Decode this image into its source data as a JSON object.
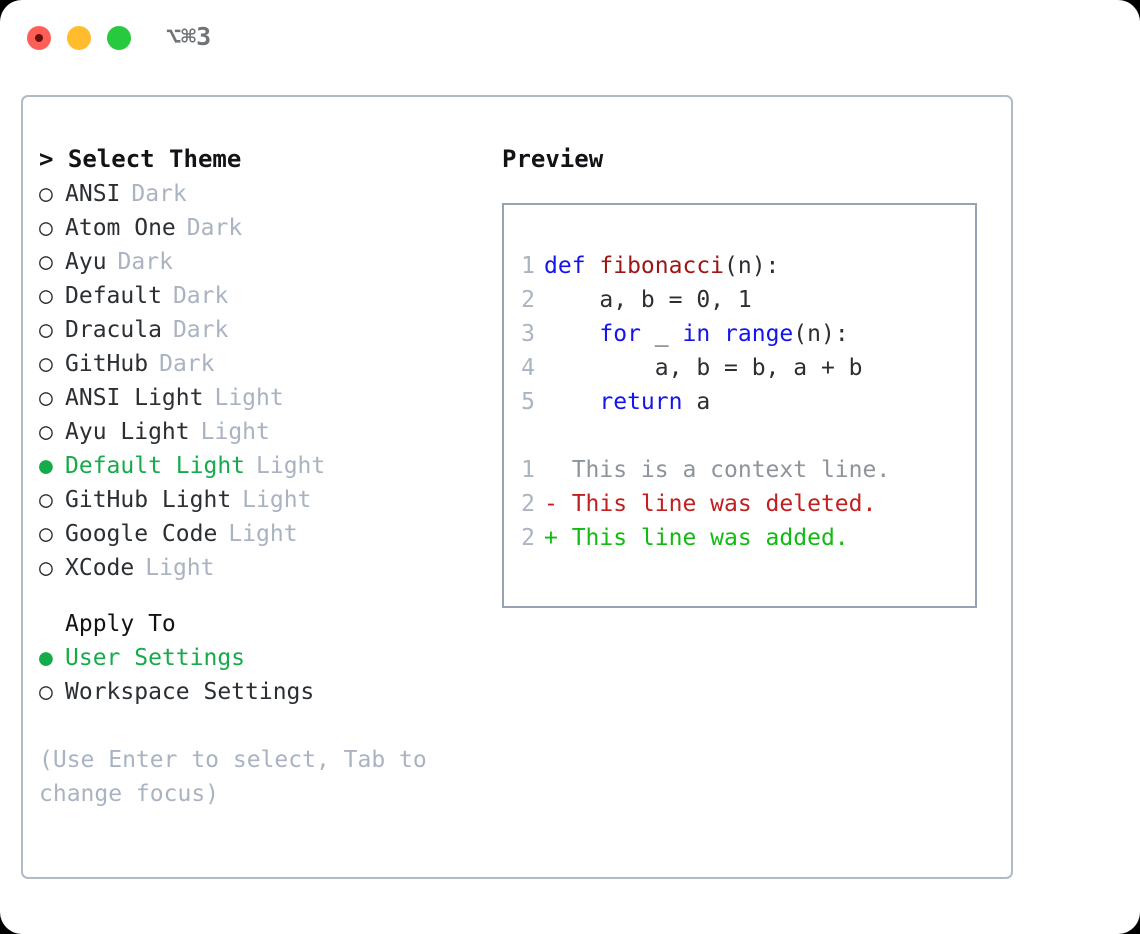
{
  "titlebar": {
    "shortcut": "⌥⌘3",
    "lights": [
      "close",
      "minimize",
      "maximize"
    ]
  },
  "theme_panel": {
    "heading": "> Select Theme",
    "items": [
      {
        "marker": "○",
        "label": "ANSI",
        "variant": "Dark",
        "selected": false
      },
      {
        "marker": "○",
        "label": "Atom One",
        "variant": "Dark",
        "selected": false
      },
      {
        "marker": "○",
        "label": "Ayu",
        "variant": "Dark",
        "selected": false
      },
      {
        "marker": "○",
        "label": "Default",
        "variant": "Dark",
        "selected": false
      },
      {
        "marker": "○",
        "label": "Dracula",
        "variant": "Dark",
        "selected": false
      },
      {
        "marker": "○",
        "label": "GitHub",
        "variant": "Dark",
        "selected": false
      },
      {
        "marker": "○",
        "label": "ANSI Light",
        "variant": "Light",
        "selected": false
      },
      {
        "marker": "○",
        "label": "Ayu Light",
        "variant": "Light",
        "selected": false
      },
      {
        "marker": "●",
        "label": "Default Light",
        "variant": "Light",
        "selected": true
      },
      {
        "marker": "○",
        "label": "GitHub Light",
        "variant": "Light",
        "selected": false
      },
      {
        "marker": "○",
        "label": "Google Code",
        "variant": "Light",
        "selected": false
      },
      {
        "marker": "○",
        "label": "XCode",
        "variant": "Light",
        "selected": false
      }
    ]
  },
  "apply_to": {
    "heading": "Apply To",
    "items": [
      {
        "marker": "●",
        "label": "User Settings",
        "selected": true
      },
      {
        "marker": "○",
        "label": "Workspace Settings",
        "selected": false
      }
    ]
  },
  "hint": "(Use Enter to select, Tab to change focus)",
  "preview": {
    "title": "Preview",
    "code_lines": [
      {
        "no": "1",
        "tokens": [
          {
            "t": "def ",
            "c": "kw"
          },
          {
            "t": "fibonacci",
            "c": "fn"
          },
          {
            "t": "(n):",
            "c": "plain"
          }
        ]
      },
      {
        "no": "2",
        "tokens": [
          {
            "t": "    a, b = 0, 1",
            "c": "plain"
          }
        ]
      },
      {
        "no": "3",
        "tokens": [
          {
            "t": "    ",
            "c": "plain"
          },
          {
            "t": "for",
            "c": "kw"
          },
          {
            "t": " _ ",
            "c": "plain"
          },
          {
            "t": "in",
            "c": "kw"
          },
          {
            "t": " ",
            "c": "plain"
          },
          {
            "t": "range",
            "c": "kw"
          },
          {
            "t": "(n):",
            "c": "plain"
          }
        ]
      },
      {
        "no": "4",
        "tokens": [
          {
            "t": "        a, b = b, a + b",
            "c": "plain"
          }
        ]
      },
      {
        "no": "5",
        "tokens": [
          {
            "t": "    ",
            "c": "plain"
          },
          {
            "t": "return",
            "c": "kw"
          },
          {
            "t": " a",
            "c": "plain"
          }
        ]
      }
    ],
    "diff_lines": [
      {
        "no": "1",
        "text": "  This is a context line.",
        "kind": "ctx"
      },
      {
        "no": "2",
        "text": "- This line was deleted.",
        "kind": "del"
      },
      {
        "no": "2",
        "text": "+ This line was added.",
        "kind": "add"
      }
    ]
  },
  "colors": {
    "selected_green": "#16ab4a",
    "variant_gray": "#a9b3c1",
    "keyword_blue": "#1414ef",
    "function_red": "#9e1515",
    "diff_added": "#12bb12",
    "diff_deleted": "#c22020",
    "border": "#97a2b2"
  }
}
